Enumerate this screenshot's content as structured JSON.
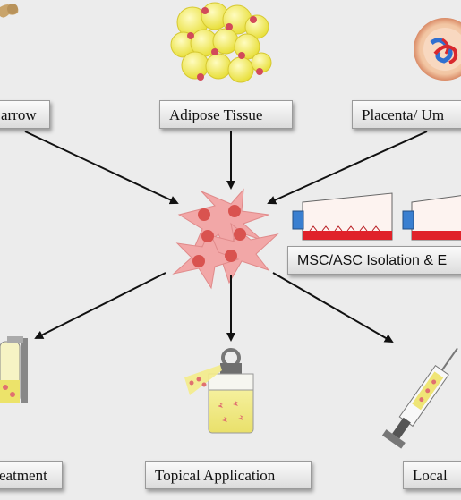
{
  "labels": {
    "bone_marrow": "arrow",
    "adipose_tissue": "Adipose Tissue",
    "placenta": "Placenta/ Um",
    "isolation": "MSC/ASC Isolation & E",
    "treatment": "eatment",
    "topical": "Topical Application",
    "local": "Local"
  },
  "colors": {
    "background": "#ececec",
    "arrow": "#111111",
    "cell_fill": "#f2a7a7",
    "nucleus": "#d9534f",
    "adipocyte": "#f4f06a",
    "flask_red": "#e0222a",
    "flask_cap": "#3a7fd0"
  }
}
